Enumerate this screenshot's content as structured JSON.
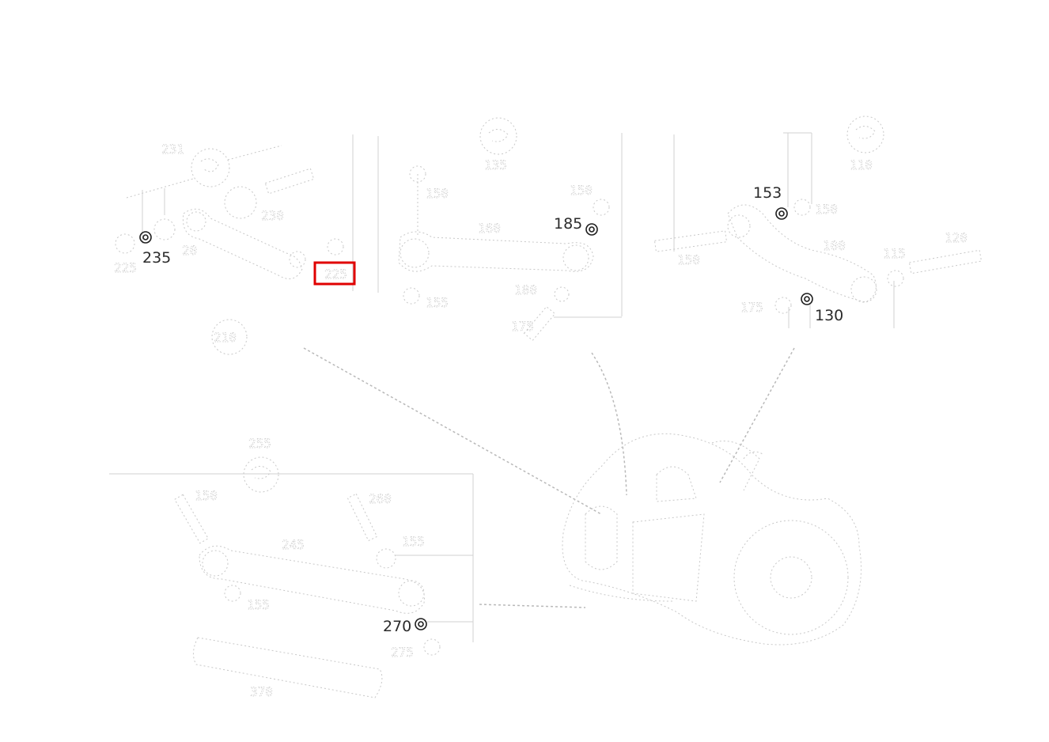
{
  "diagram": {
    "labels_visible": {
      "p153": "153",
      "p185": "185",
      "p235": "235",
      "p130": "130",
      "p270": "270"
    },
    "highlighted_part": "selected-callout",
    "colors": {
      "line": "#c8c8c8",
      "text_dark": "#2b2b2b",
      "highlight": "#e00000",
      "background": "#ffffff"
    }
  }
}
